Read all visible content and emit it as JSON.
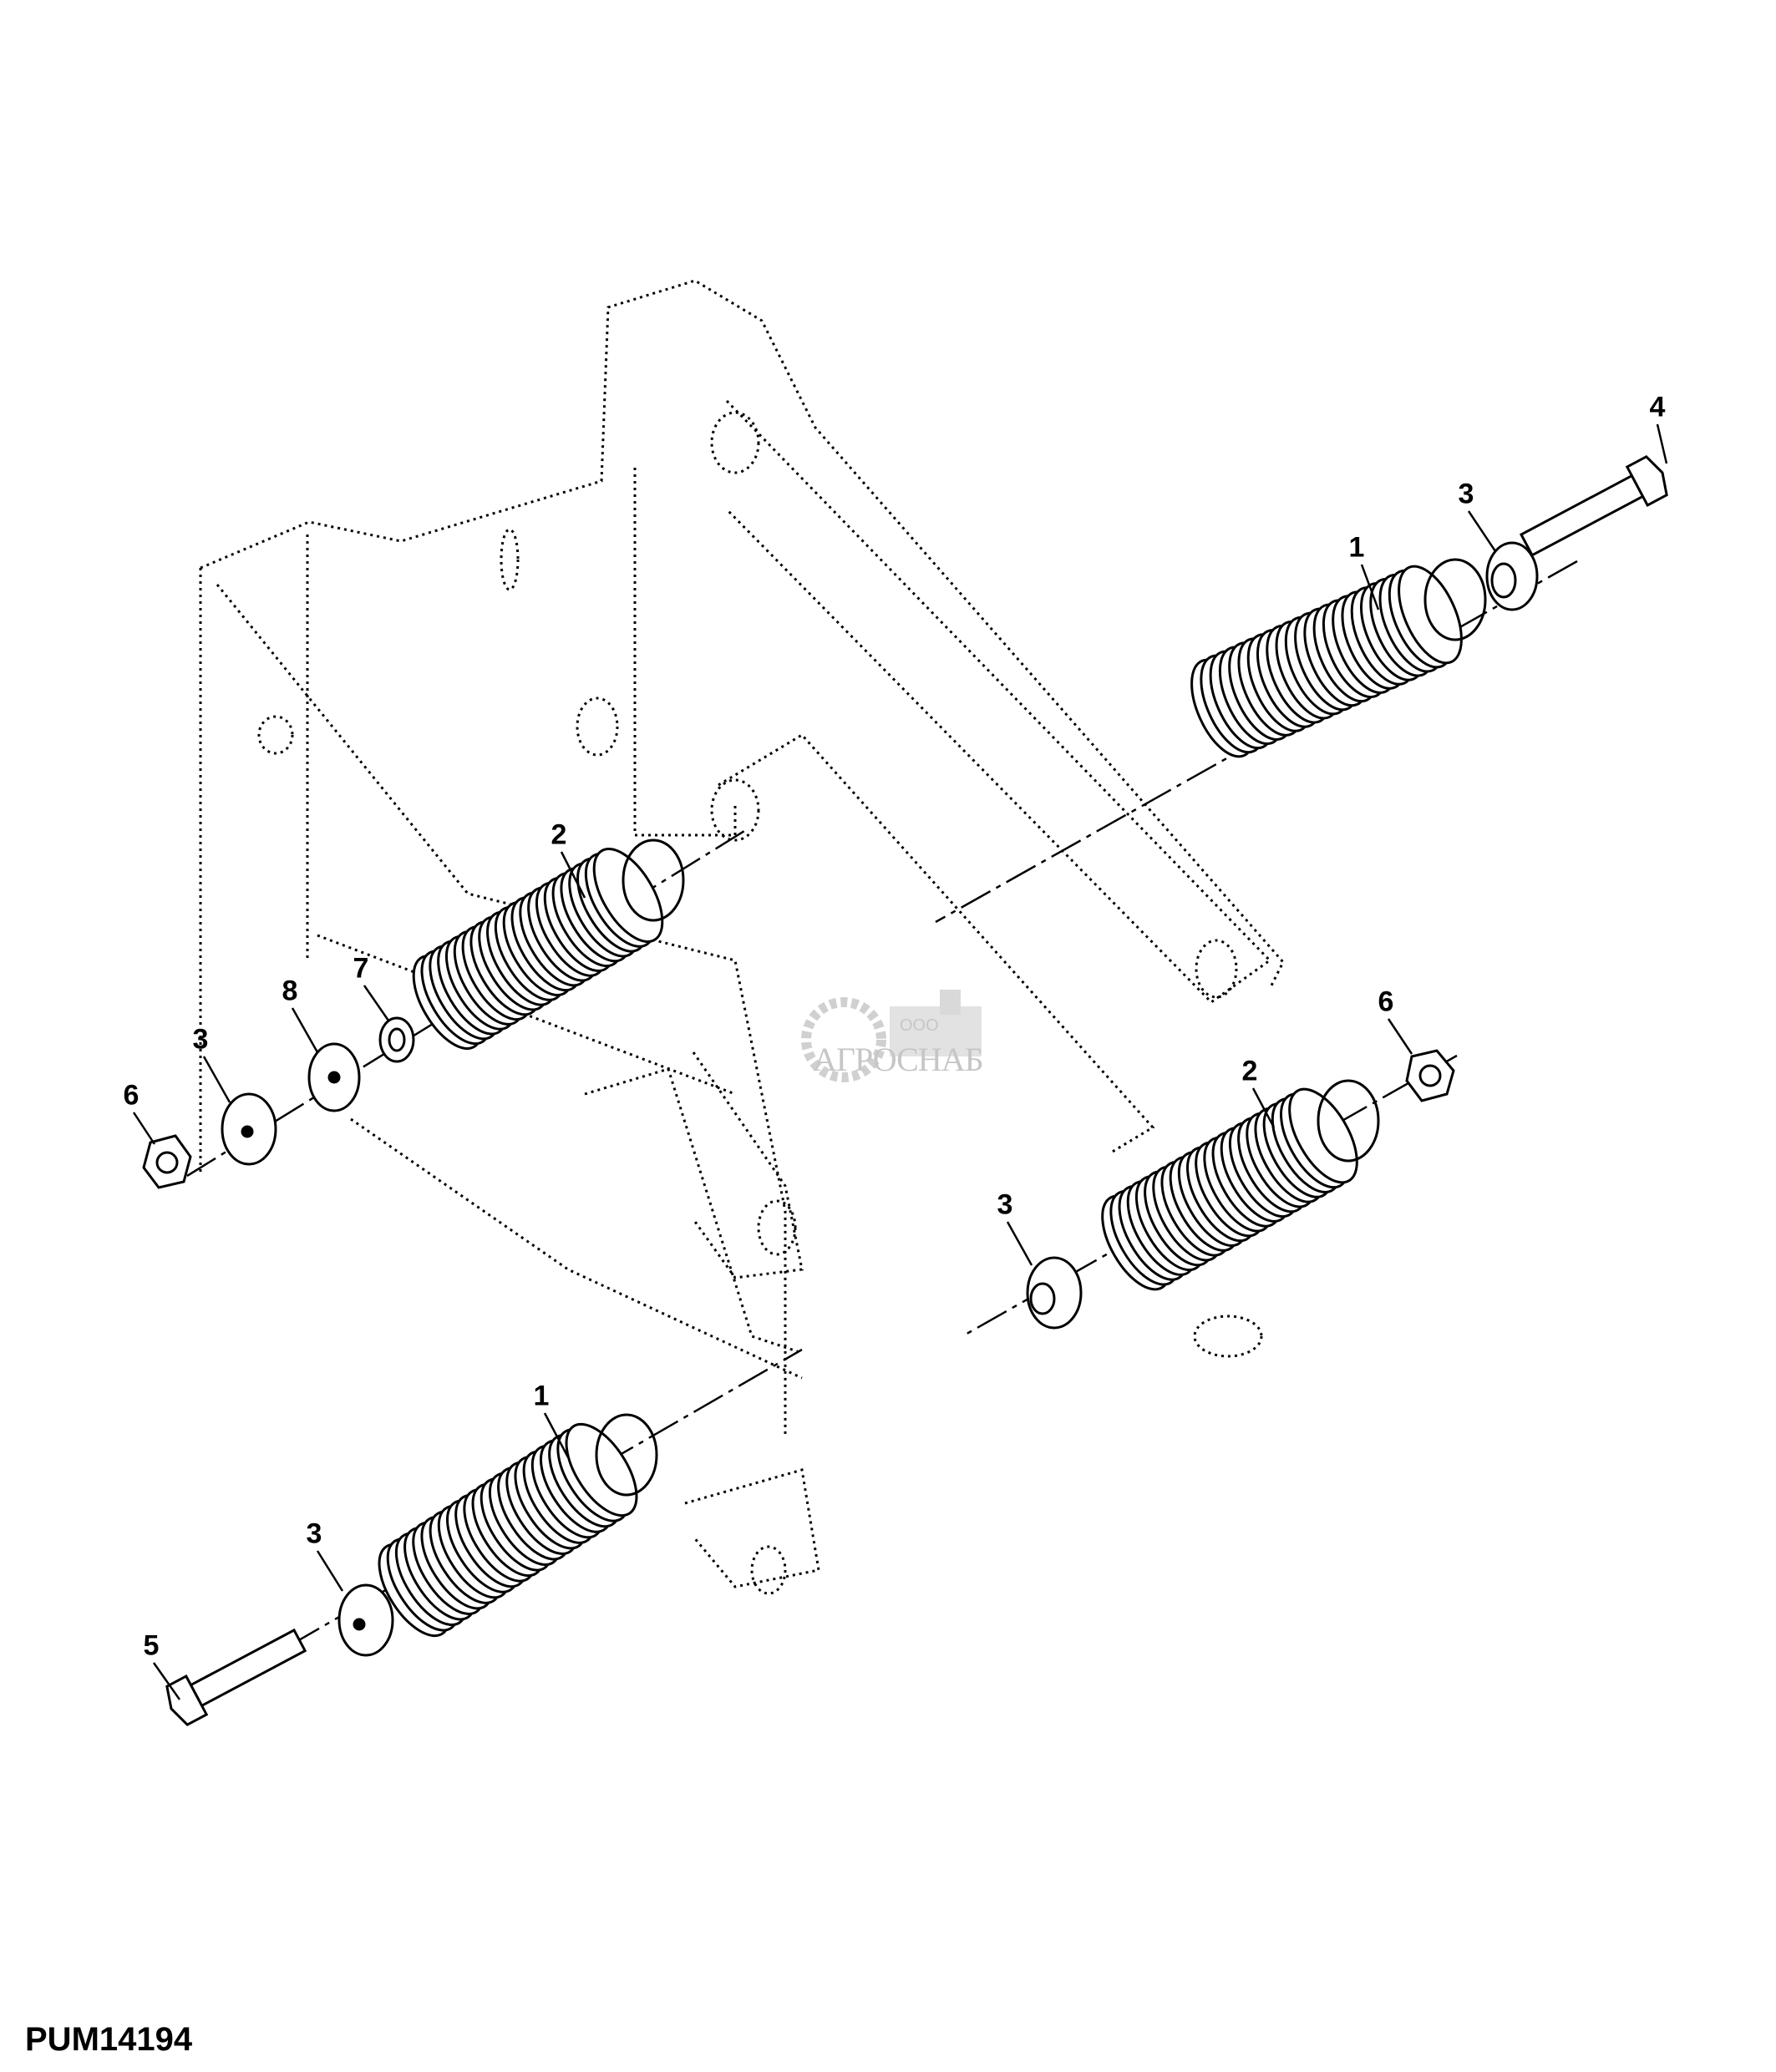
{
  "figure_id": "PUM14194",
  "watermark": {
    "prefix": "ООО",
    "name": "АГРОСНАБ"
  },
  "callouts": [
    {
      "id": "c4-top",
      "label": "4"
    },
    {
      "id": "c3-top",
      "label": "3"
    },
    {
      "id": "c1-top",
      "label": "1"
    },
    {
      "id": "c2-left",
      "label": "2"
    },
    {
      "id": "c7-left",
      "label": "7"
    },
    {
      "id": "c8-left",
      "label": "8"
    },
    {
      "id": "c3-left",
      "label": "3"
    },
    {
      "id": "c6-left",
      "label": "6"
    },
    {
      "id": "c6-right",
      "label": "6"
    },
    {
      "id": "c2-right",
      "label": "2"
    },
    {
      "id": "c3-right",
      "label": "3"
    },
    {
      "id": "c1-bottom",
      "label": "1"
    },
    {
      "id": "c3-bottom",
      "label": "3"
    },
    {
      "id": "c5-bottom",
      "label": "5"
    }
  ]
}
